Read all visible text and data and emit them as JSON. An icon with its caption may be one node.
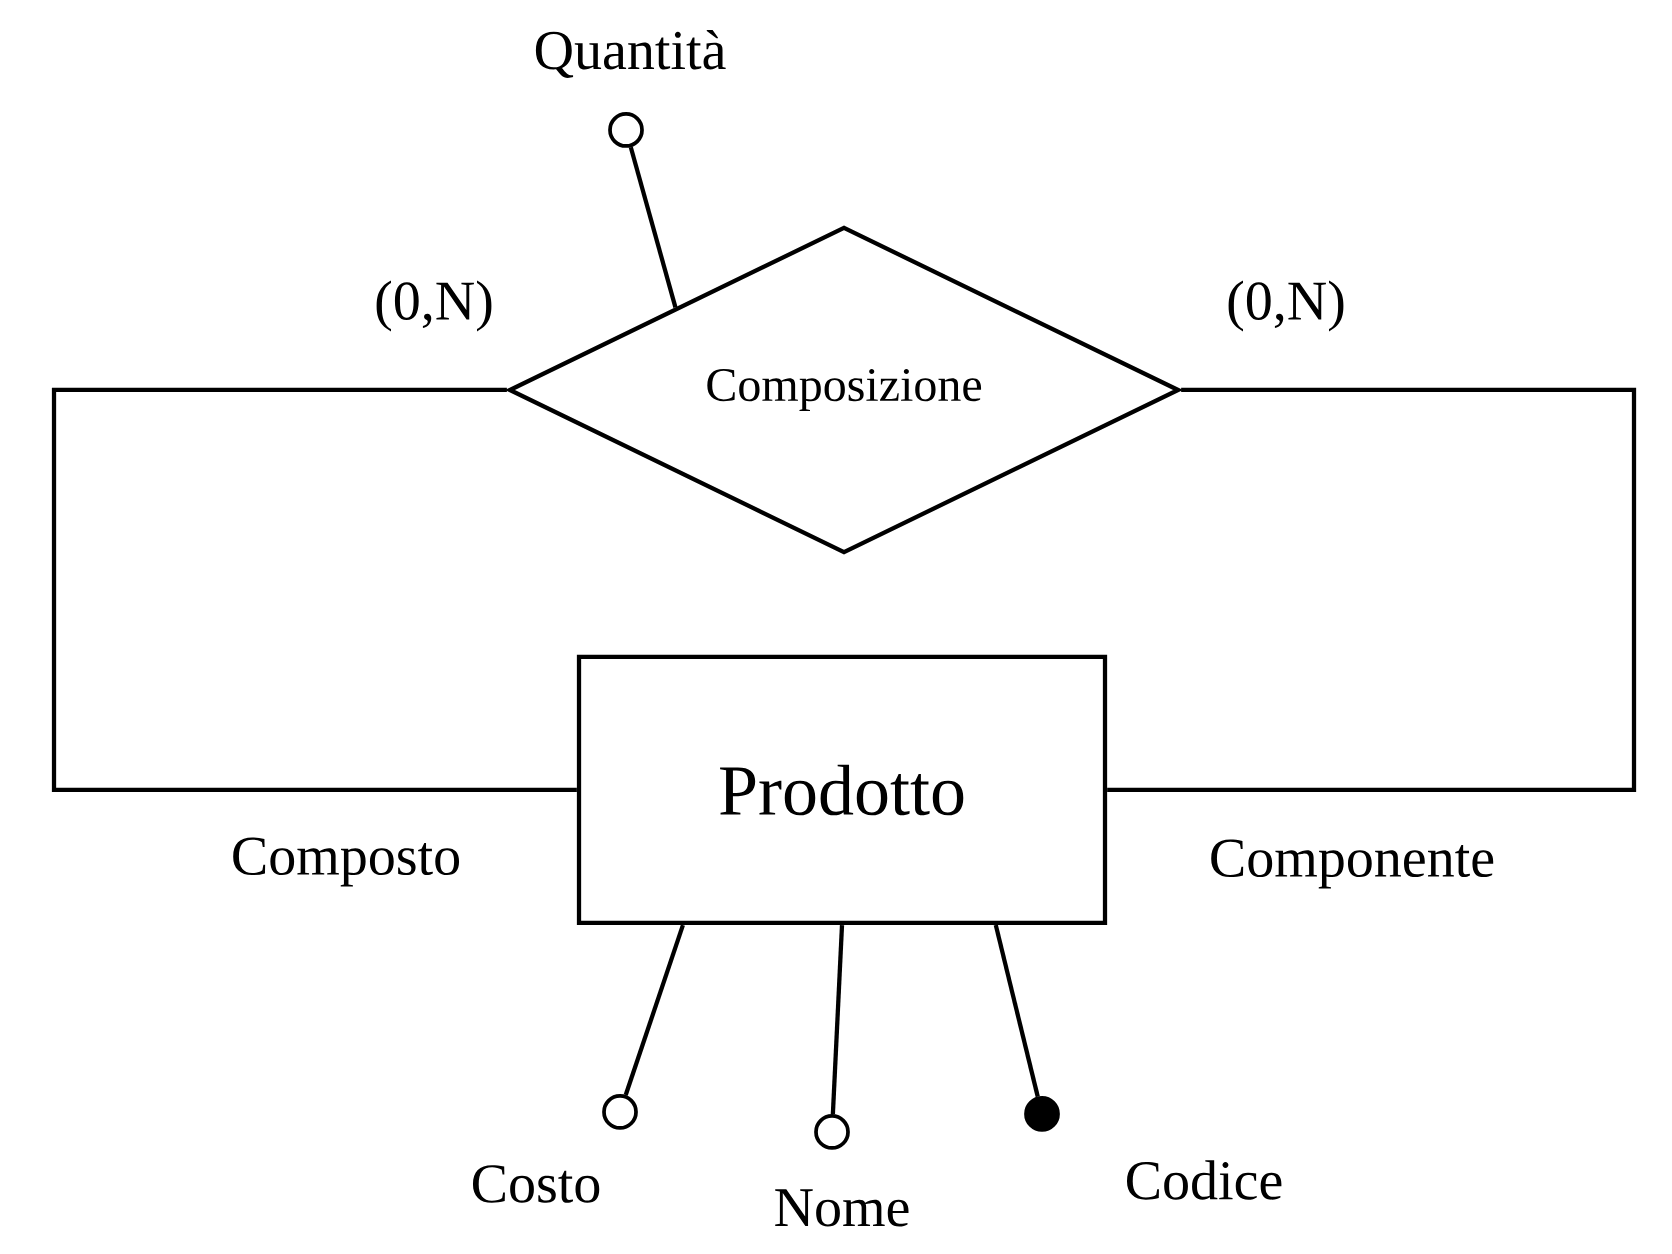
{
  "diagram": {
    "nodes": [
      {
        "text": [],
        "shape": "circle",
        "beside": [
          "Quantità"
        ]
      },
      {
        "text": [
          "Composizione"
        ]
      },
      {
        "text": [
          "Prodotto"
        ]
      },
      {
        "text": [],
        "shape": "circle",
        "beside": [
          "Costo"
        ]
      },
      {
        "text": [],
        "shape": "circle",
        "beside": [
          "Nome"
        ]
      },
      {
        "text": [],
        "shape": "dot",
        "beside": [
          "Codice"
        ]
      }
    ],
    "edges": [
      {
        "from": 1,
        "to": 0,
        "arrow": "none"
      },
      {
        "from": 1,
        "to": 2,
        "arrow": "none",
        "label": "(0,N)"
      },
      {
        "from": 1,
        "to": 2,
        "arrow": "none",
        "label": "(0,N)"
      },
      {
        "from": 2,
        "to": 3,
        "arrow": "none"
      },
      {
        "from": 2,
        "to": 4,
        "arrow": "none"
      },
      {
        "from": 2,
        "to": 5,
        "arrow": "none"
      }
    ],
    "labels": [
      "Composto",
      "Componente"
    ]
  }
}
